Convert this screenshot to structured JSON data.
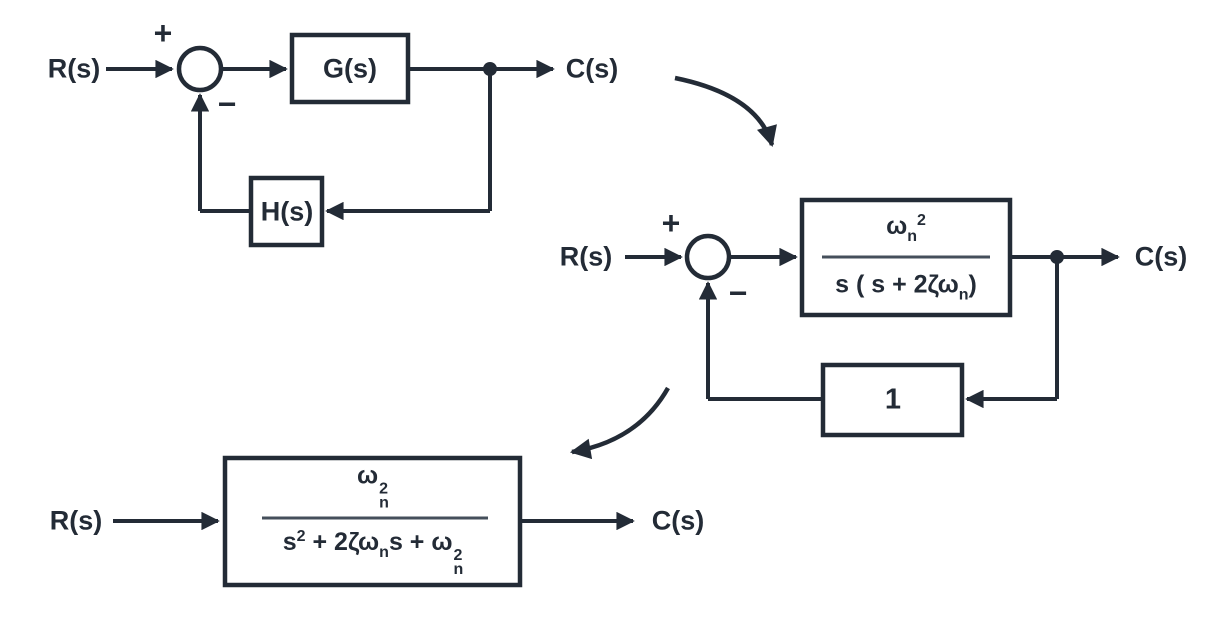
{
  "colors": {
    "ink": "#232B36",
    "bar": "#454F5B",
    "bg": "#ffffff"
  },
  "diagram1": {
    "input": "R(s)",
    "output": "C(s)",
    "plus": "+",
    "minus": "−",
    "forward_block": "G(s)",
    "feedback_block": "H(s)"
  },
  "diagram2": {
    "input": "R(s)",
    "output": "C(s)",
    "plus": "+",
    "minus": "−",
    "block": {
      "num_base": "ω",
      "num_sub": "n",
      "num_sup": "2",
      "den_pre": "s ( s + 2ζω",
      "den_sub": "n",
      "den_post": ")"
    },
    "feedback_block": "1"
  },
  "diagram3": {
    "input": "R(s)",
    "output": "C(s)",
    "block": {
      "num_base": "ω",
      "num_sup": "2",
      "num_sub": "n",
      "den_s": "s",
      "den_s_sup": "2",
      "den_mid": " + 2ζω",
      "den_mid_sub": "n",
      "den_mid2": "s + ω",
      "den_end_sup": "2",
      "den_end_sub": "n"
    }
  }
}
